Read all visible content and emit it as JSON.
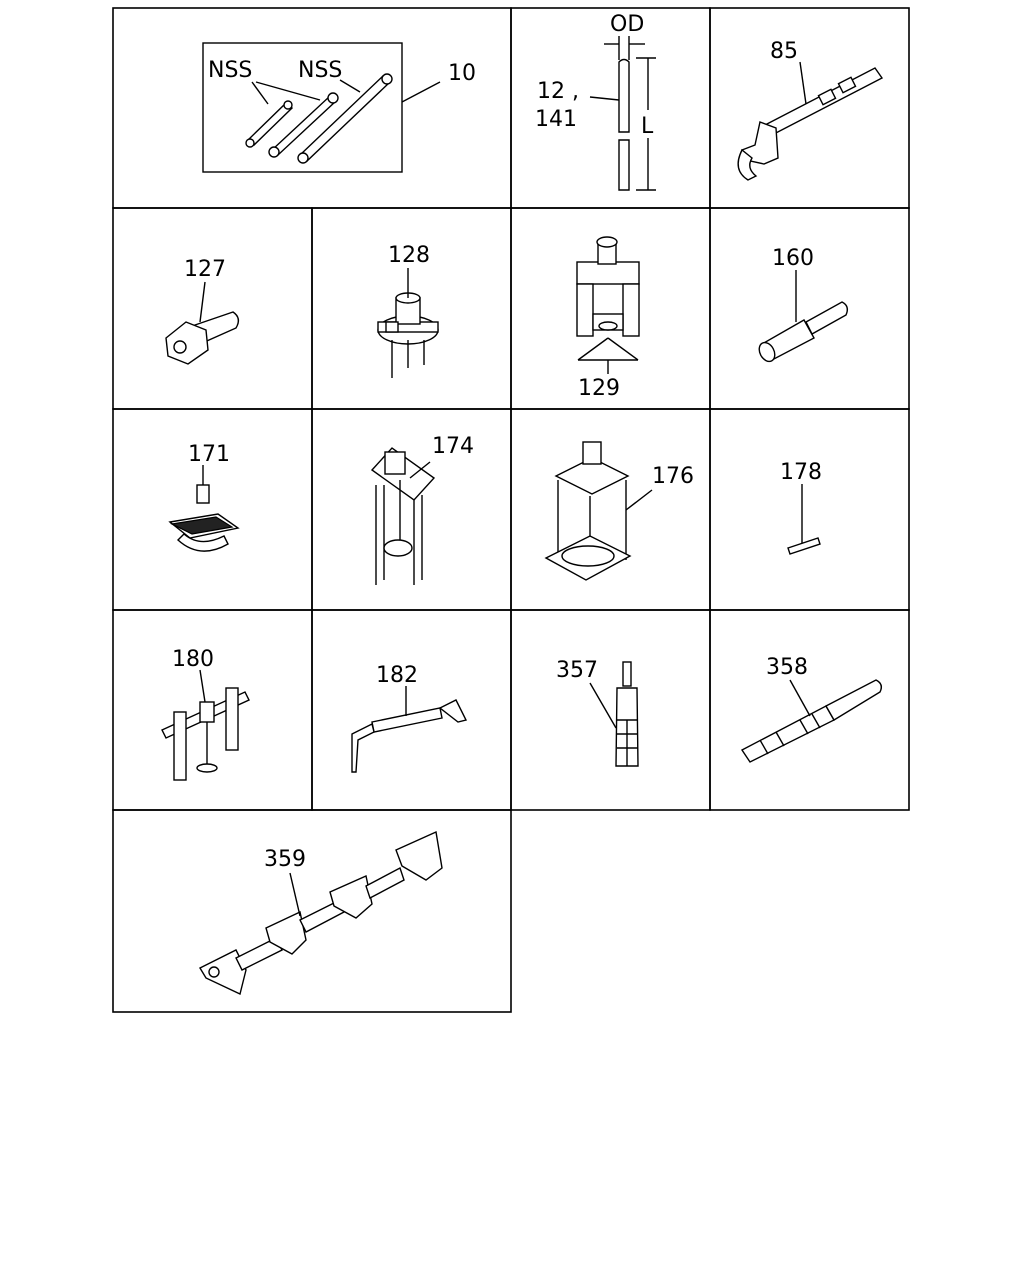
{
  "cells": [
    {
      "id": "10",
      "labels": [
        "NSS",
        "NSS",
        "10"
      ]
    },
    {
      "id": "12-141",
      "labels": [
        "OD",
        "12 ,",
        "141",
        "L"
      ]
    },
    {
      "id": "85",
      "labels": [
        "85"
      ]
    },
    {
      "id": "127",
      "labels": [
        "127"
      ]
    },
    {
      "id": "128",
      "labels": [
        "128"
      ]
    },
    {
      "id": "129",
      "labels": [
        "129"
      ]
    },
    {
      "id": "160",
      "labels": [
        "160"
      ]
    },
    {
      "id": "171",
      "labels": [
        "171"
      ]
    },
    {
      "id": "174",
      "labels": [
        "174"
      ]
    },
    {
      "id": "176",
      "labels": [
        "176"
      ]
    },
    {
      "id": "178",
      "labels": [
        "178"
      ]
    },
    {
      "id": "180",
      "labels": [
        "180"
      ]
    },
    {
      "id": "182",
      "labels": [
        "182"
      ]
    },
    {
      "id": "357",
      "labels": [
        "357"
      ]
    },
    {
      "id": "358",
      "labels": [
        "358"
      ]
    },
    {
      "id": "359",
      "labels": [
        "359"
      ]
    }
  ]
}
